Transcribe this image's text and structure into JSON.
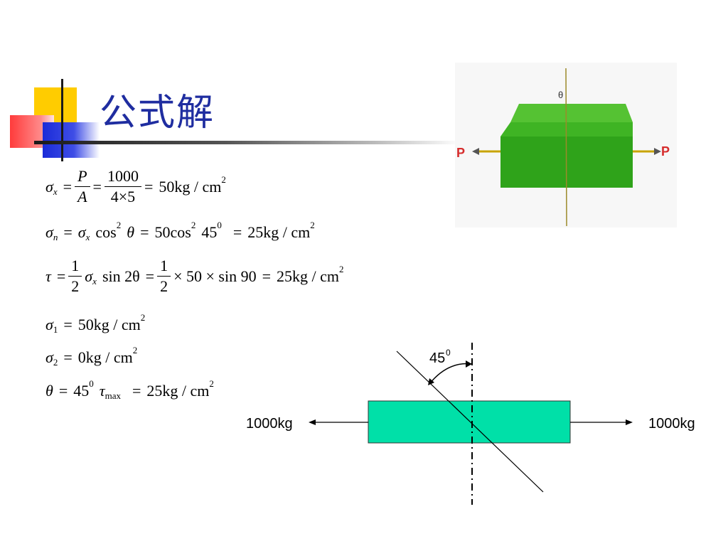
{
  "title": "公式解",
  "equations": {
    "sigma_x": {
      "P": "P",
      "A": "A",
      "num2": "1000",
      "den2": "4×5",
      "result": "50kg / cm"
    },
    "sigma_n": {
      "rhs1": "cos",
      "theta": "θ",
      "rhs2": "50cos",
      "angle": "45",
      "result": "25kg / cm"
    },
    "tau": {
      "half": "1",
      "two": "2",
      "sin2": "sin 2θ",
      "mult": "× 50 × sin 90",
      "result": "25kg / cm"
    },
    "sigma1": {
      "result": "50kg / cm"
    },
    "sigma2": {
      "result": "0kg / cm"
    },
    "theta_max": {
      "angle": "45",
      "result": "25kg / cm"
    }
  },
  "figure_top": {
    "theta_label": "θ",
    "left_force": "P",
    "right_force": "P"
  },
  "figure_bottom": {
    "angle_label": "45",
    "angle_sup": "0",
    "left_load": "1000kg",
    "right_load": "1000kg"
  },
  "colors": {
    "title": "#1f2da0",
    "block_green": "#2fa31a",
    "block_cyan": "#00e0a8"
  }
}
